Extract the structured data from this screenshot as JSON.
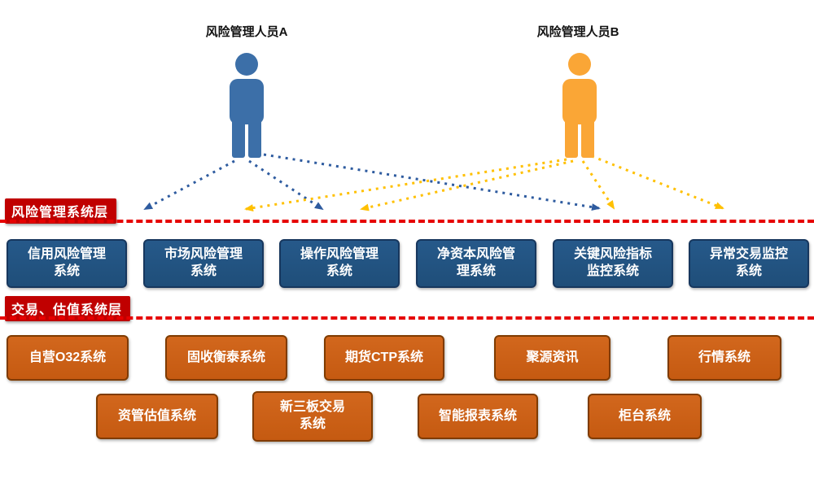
{
  "actors": {
    "a": {
      "label": "风险管理人员A",
      "color": "#3C6FA8"
    },
    "b": {
      "label": "风险管理人员B",
      "color": "#FAA636"
    }
  },
  "layers": {
    "risk": {
      "label": "风险管理系统层"
    },
    "trading": {
      "label": "交易、估值系统层"
    }
  },
  "risk_systems": [
    "信用风险管理\n系统",
    "市场风险管理\n系统",
    "操作风险管理\n系统",
    "净资本风险管\n理系统",
    "关键风险指标\n监控系统",
    "异常交易监控\n系统"
  ],
  "trading_row1": [
    "自营O32系统",
    "固收衡泰系统",
    "期货CTP系统",
    "聚源资讯",
    "行情系统"
  ],
  "trading_row2": [
    "资管估值系统",
    "新三板交易\n系统",
    "智能报表系统",
    "柜台系统"
  ],
  "colors": {
    "risk_box": "#1F4E79",
    "risk_box_border": "#17375E",
    "trading_box": "#C55A11",
    "trading_box_border": "#7F3B00",
    "layer_label_bg": "#C00000",
    "dashed_line": "#E60000",
    "actor_a_icon": "#3C6FA8",
    "actor_b_icon": "#FAA636",
    "arrow_a": "#2E5B9F",
    "arrow_b": "#FFC000"
  }
}
